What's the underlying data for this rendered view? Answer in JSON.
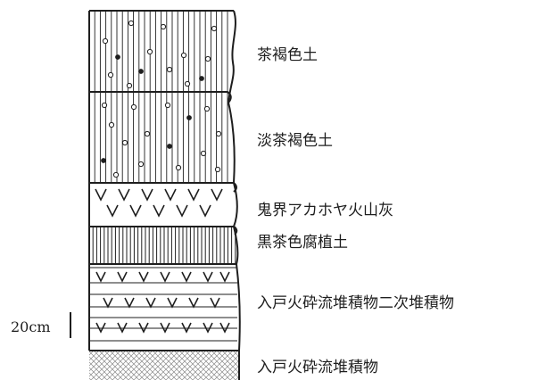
{
  "layers": [
    {
      "id": "brown-soil",
      "label": "茶褐色土",
      "pattern": "vertical-lines-with-dots"
    },
    {
      "id": "light-brown-soil",
      "label": "淡茶褐色土",
      "pattern": "vertical-lines-with-dots"
    },
    {
      "id": "kikai-akahoya-ash",
      "label": "鬼界アカホヤ火山灰",
      "pattern": "v-marks"
    },
    {
      "id": "black-brown-humus",
      "label": "黒茶色腐植土",
      "pattern": "dense-vertical-lines"
    },
    {
      "id": "secondary-pyroclastic-deposit",
      "label": "入戸火砕流堆積物二次堆積物",
      "pattern": "horizontal-lines-with-v-marks"
    },
    {
      "id": "ito-pyroclastic-flow-deposit",
      "label": "入戸火砕流堆積物",
      "pattern": "cross-hatch"
    }
  ],
  "scale_bar": {
    "label": "20cm"
  },
  "colors": {
    "ink": "#1e1e1e",
    "background": "#ffffff",
    "hatch": "#8a8a8a"
  }
}
